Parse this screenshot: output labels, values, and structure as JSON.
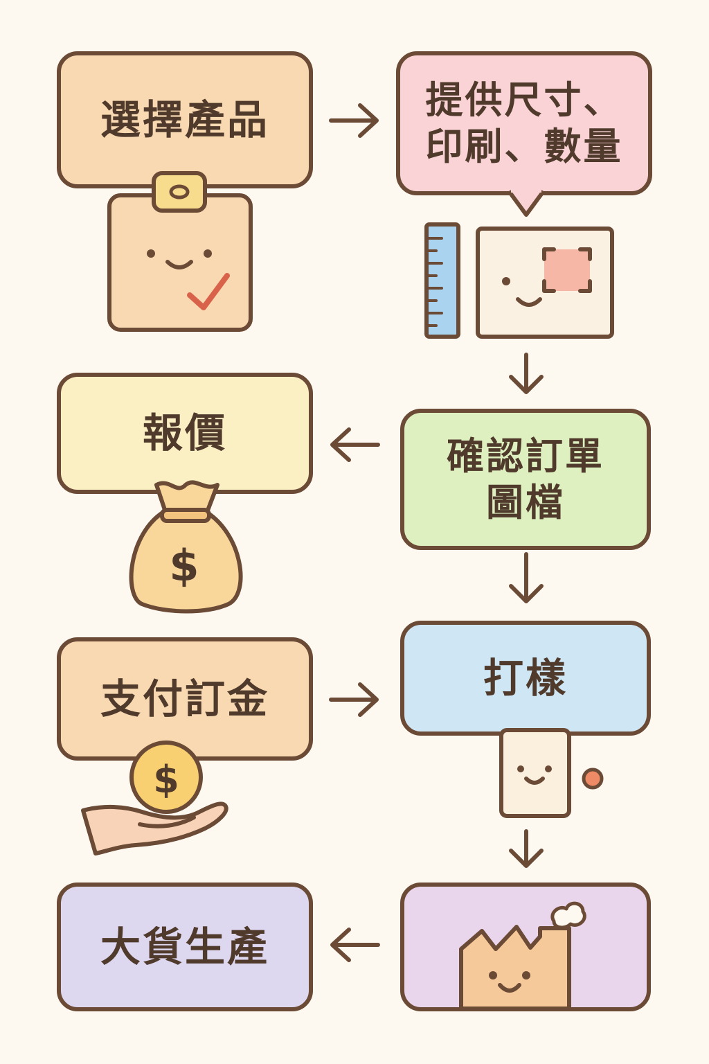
{
  "steps": {
    "select_product": "選擇產品",
    "provide_specs_line1": "提供尺寸、",
    "provide_specs_line2": "印刷、數量",
    "quote": "報價",
    "confirm_line1": "確認訂單",
    "confirm_line2": "圖檔",
    "pay_deposit": "支付訂金",
    "sample": "打樣",
    "mass_production": "大貨生產"
  },
  "icons": {
    "box_character": "smiling-box-with-check-icon",
    "ruler": "ruler-icon",
    "paper_crop": "paper-with-crop-marks-icon",
    "money_bag": "money-bag-icon",
    "coin_hand": "hand-holding-coin-icon",
    "sample_card": "sample-card-icon",
    "factory": "smiling-factory-icon"
  },
  "symbols": {
    "dollar": "$"
  },
  "colors": {
    "outline": "#6b4a36",
    "text": "#4f3a2c",
    "select_product": "#f9d9b1",
    "provide_specs": "#f9d3d5",
    "quote": "#fbf0c4",
    "confirm": "#def0c0",
    "pay_deposit": "#f9d9b1",
    "sample": "#cfe7f5",
    "mass_production": "#ddd7ef",
    "factory_panel": "#ead6ec"
  }
}
